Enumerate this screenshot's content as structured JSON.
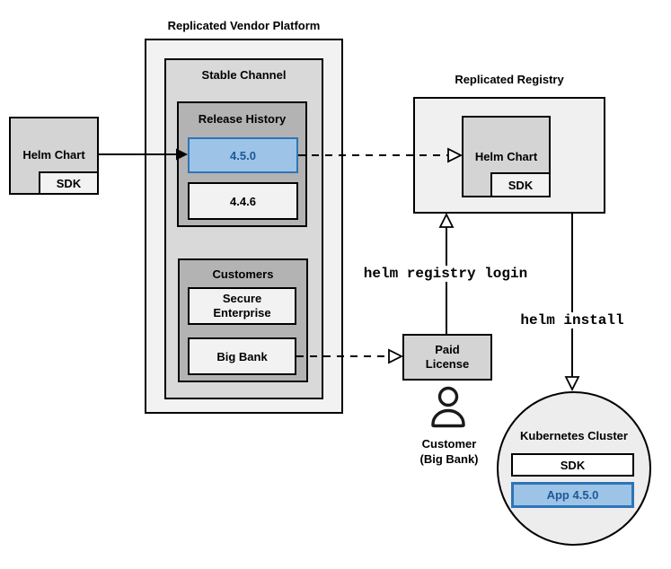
{
  "colors": {
    "highlight_fill": "#9dc3e6",
    "highlight_border": "#2e75b6",
    "highlight_text": "#1e5799",
    "box_border": "#000000",
    "platform_fill": "#f2f2f2",
    "channel_fill": "#d9d9d9",
    "group_fill": "#b3b3b3",
    "node_fill": "#d4d4d4"
  },
  "source": {
    "helm_chart_label": "Helm Chart",
    "sdk_label": "SDK"
  },
  "vendor_platform": {
    "title": "Replicated Vendor Platform",
    "stable_channel": {
      "title": "Stable Channel",
      "release_history": {
        "title": "Release History",
        "releases": [
          {
            "version": "4.5.0",
            "highlighted": true
          },
          {
            "version": "4.4.6",
            "highlighted": false
          }
        ]
      },
      "customers": {
        "title": "Customers",
        "items": [
          {
            "name": "Secure Enterprise"
          },
          {
            "name": "Big Bank"
          }
        ]
      }
    }
  },
  "registry": {
    "title": "Replicated Registry",
    "helm_chart_label": "Helm Chart",
    "sdk_label": "SDK"
  },
  "license": {
    "label": "Paid License"
  },
  "actor": {
    "icon": "person-icon",
    "name": "Customer",
    "company": "(Big Bank)"
  },
  "commands": {
    "registry_login": "helm registry login",
    "install": "helm install"
  },
  "cluster": {
    "title": "Kubernetes Cluster",
    "sdk_label": "SDK",
    "app_label": "App 4.5.0"
  }
}
